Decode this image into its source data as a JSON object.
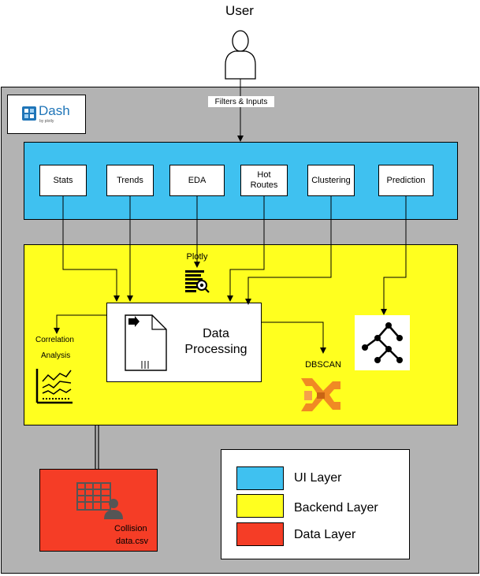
{
  "user": {
    "label": "User"
  },
  "edge_labels": {
    "filters_inputs": "Filters & Inputs"
  },
  "dash_logo": {
    "name": "Dash",
    "byline": "by plotly"
  },
  "ui_layer": {
    "buttons": [
      {
        "label": "Stats"
      },
      {
        "label": "Trends"
      },
      {
        "label": "EDA"
      },
      {
        "label": "Hot\nRoutes"
      },
      {
        "label": "Clustering"
      },
      {
        "label": "Prediction"
      }
    ]
  },
  "backend": {
    "plotly_label": "Plotly",
    "processing_label": "Data\nProcessing",
    "correlation_line1": "Correlation",
    "correlation_line2": "Analysis",
    "dbscan_label": "DBSCAN"
  },
  "data_layer": {
    "csv_line1": "Collision",
    "csv_line2": "data.csv"
  },
  "legend": {
    "items": [
      {
        "label": "UI Layer",
        "color": "#3fc1f0"
      },
      {
        "label": "Backend Layer",
        "color": "#ffff1f"
      },
      {
        "label": "Data Layer",
        "color": "#f53d26"
      }
    ]
  },
  "colors": {
    "outer_container": "#b3b3b3",
    "ui_layer": "#3fc1f0",
    "backend_layer": "#ffff1f",
    "data_layer": "#f53d26",
    "dash_blue": "#1f75b8",
    "dbscan_orange": "#f08a24"
  },
  "icons": {
    "user": "user-icon",
    "plotly": "plotly-icon",
    "document": "document-icon",
    "correlation_chart": "correlation-chart-icon",
    "dbscan": "dbscan-cluster-icon",
    "decision_tree": "decision-tree-icon",
    "spreadsheet_user": "spreadsheet-user-icon"
  }
}
